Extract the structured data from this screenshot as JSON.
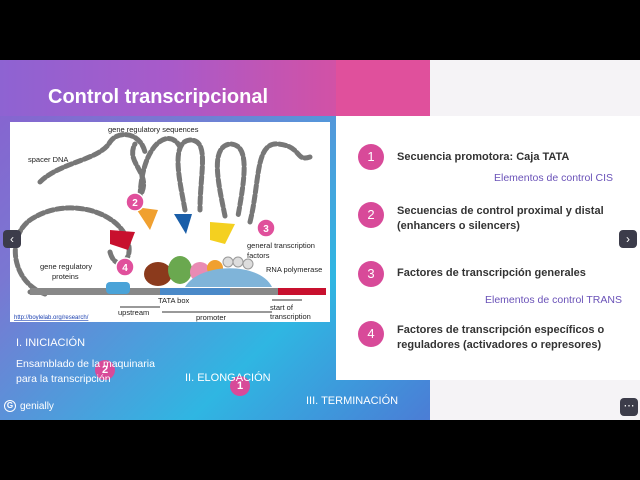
{
  "slide": {
    "title": "Control transcripcional",
    "phases": {
      "initiation": "I. INICIACIÓN",
      "initiation_desc_1": "Ensamblado de la maquinaria",
      "initiation_desc_2": "para la transcripción",
      "elongation": "II. ELONGACIÓN",
      "termination": "III. TERMINACIÓN"
    },
    "items": [
      {
        "num": "1",
        "line1": "Secuencia promotora:  Caja TATA",
        "line2": ""
      },
      {
        "num": "2",
        "line1": "Secuencias de control proximal y distal",
        "line2": "(enhancers o silencers)"
      },
      {
        "num": "3",
        "line1": "Factores de transcripción generales",
        "line2": ""
      },
      {
        "num": "4",
        "line1": "Factores de transcripción específicos o",
        "line2": "reguladores (activadores o represores)"
      }
    ],
    "control_cis": "Elementos de control CIS",
    "control_trans": "Elementos de control TRANS"
  },
  "figure": {
    "labels": {
      "gene_regulatory_sequences": "gene regulatory sequences",
      "spacer_dna": "spacer DNA",
      "general_transcription": "general transcription",
      "factors": "factors",
      "rna_polymerase": "RNA polymerase",
      "gene_regulatory": "gene regulatory",
      "proteins": "proteins",
      "tata_box": "TATA box",
      "upstream": "upstream",
      "promoter": "promoter",
      "start_of": "start of",
      "transcription": "transcription",
      "link": "http://boylelab.org/research/"
    },
    "badges": {
      "b1": "1",
      "b2a": "2",
      "b2b": "2",
      "b3": "3",
      "b4": "4"
    }
  },
  "nav": {
    "prev": "‹",
    "next": "›",
    "more": "⋯"
  },
  "brand": {
    "name": "genially",
    "mark": "G"
  },
  "colors": {
    "accent": "#d84a99",
    "trans_text": "#6a52b8",
    "title_band": "#cf52a8"
  }
}
